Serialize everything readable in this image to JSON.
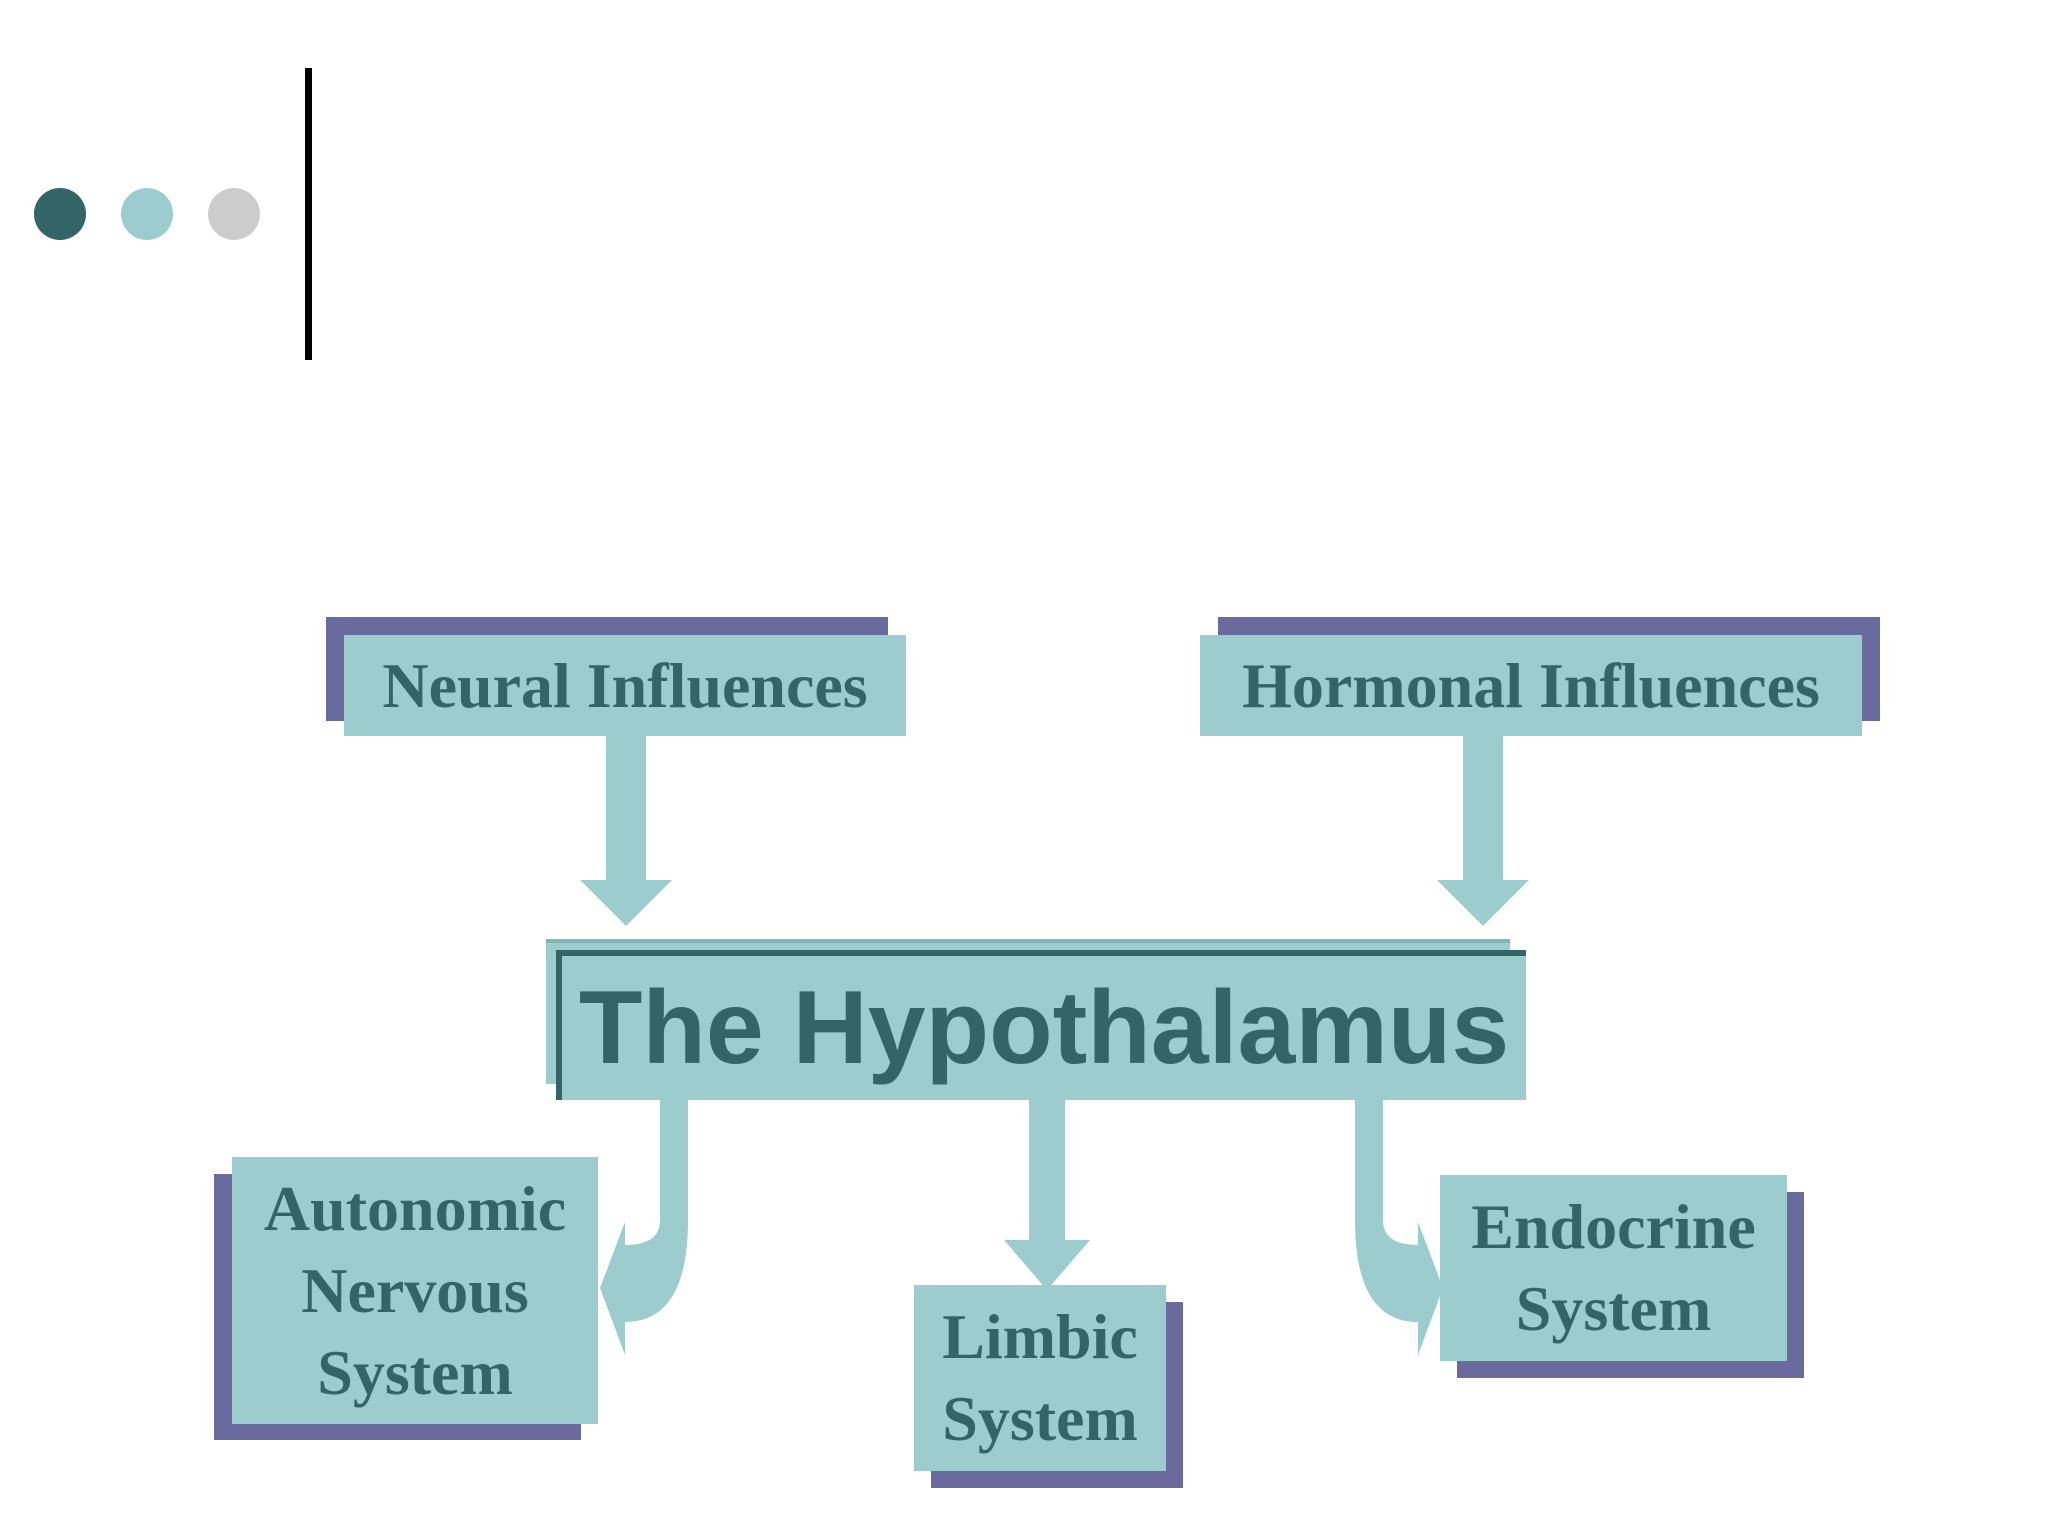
{
  "colors": {
    "box_fill": "#9ccccd",
    "box_text": "#336466",
    "shadow": "#6a6a9f",
    "arrow": "#9ccccd",
    "dot_dark": "#336466",
    "dot_light": "#9ccccd",
    "dot_gray": "#cccccc"
  },
  "header": {
    "dots": [
      "dot-dark",
      "dot-light",
      "dot-gray"
    ]
  },
  "diagram": {
    "nodes": {
      "neural": {
        "label": "Neural Influences"
      },
      "hormonal": {
        "label": "Hormonal Influences"
      },
      "hypothalamus": {
        "label": "The Hypothalamus"
      },
      "autonomic": {
        "lines": [
          "Autonomic",
          "Nervous",
          "System"
        ]
      },
      "limbic": {
        "lines": [
          "Limbic",
          "System"
        ]
      },
      "endocrine": {
        "lines": [
          "Endocrine",
          "System"
        ]
      }
    },
    "edges": [
      {
        "from": "neural",
        "to": "hypothalamus"
      },
      {
        "from": "hormonal",
        "to": "hypothalamus"
      },
      {
        "from": "hypothalamus",
        "to": "autonomic"
      },
      {
        "from": "hypothalamus",
        "to": "limbic"
      },
      {
        "from": "hypothalamus",
        "to": "endocrine"
      }
    ]
  }
}
